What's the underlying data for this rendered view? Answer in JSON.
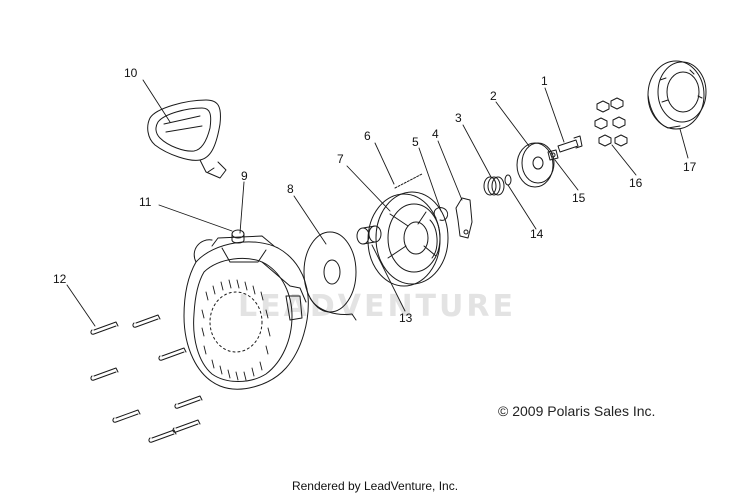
{
  "diagram": {
    "watermark": "LEADVENTURE",
    "copyright": "© 2009 Polaris Sales Inc.",
    "footer": "Rendered by LeadVenture, Inc.",
    "parts": [
      {
        "id": "1",
        "label": "1"
      },
      {
        "id": "2",
        "label": "2"
      },
      {
        "id": "3",
        "label": "3"
      },
      {
        "id": "4",
        "label": "4"
      },
      {
        "id": "5",
        "label": "5"
      },
      {
        "id": "6",
        "label": "6"
      },
      {
        "id": "7",
        "label": "7"
      },
      {
        "id": "8",
        "label": "8"
      },
      {
        "id": "9",
        "label": "9"
      },
      {
        "id": "10",
        "label": "10"
      },
      {
        "id": "11",
        "label": "11"
      },
      {
        "id": "12",
        "label": "12"
      },
      {
        "id": "13",
        "label": "13"
      },
      {
        "id": "14",
        "label": "14"
      },
      {
        "id": "15",
        "label": "15"
      },
      {
        "id": "16",
        "label": "16"
      },
      {
        "id": "17",
        "label": "17"
      }
    ]
  }
}
